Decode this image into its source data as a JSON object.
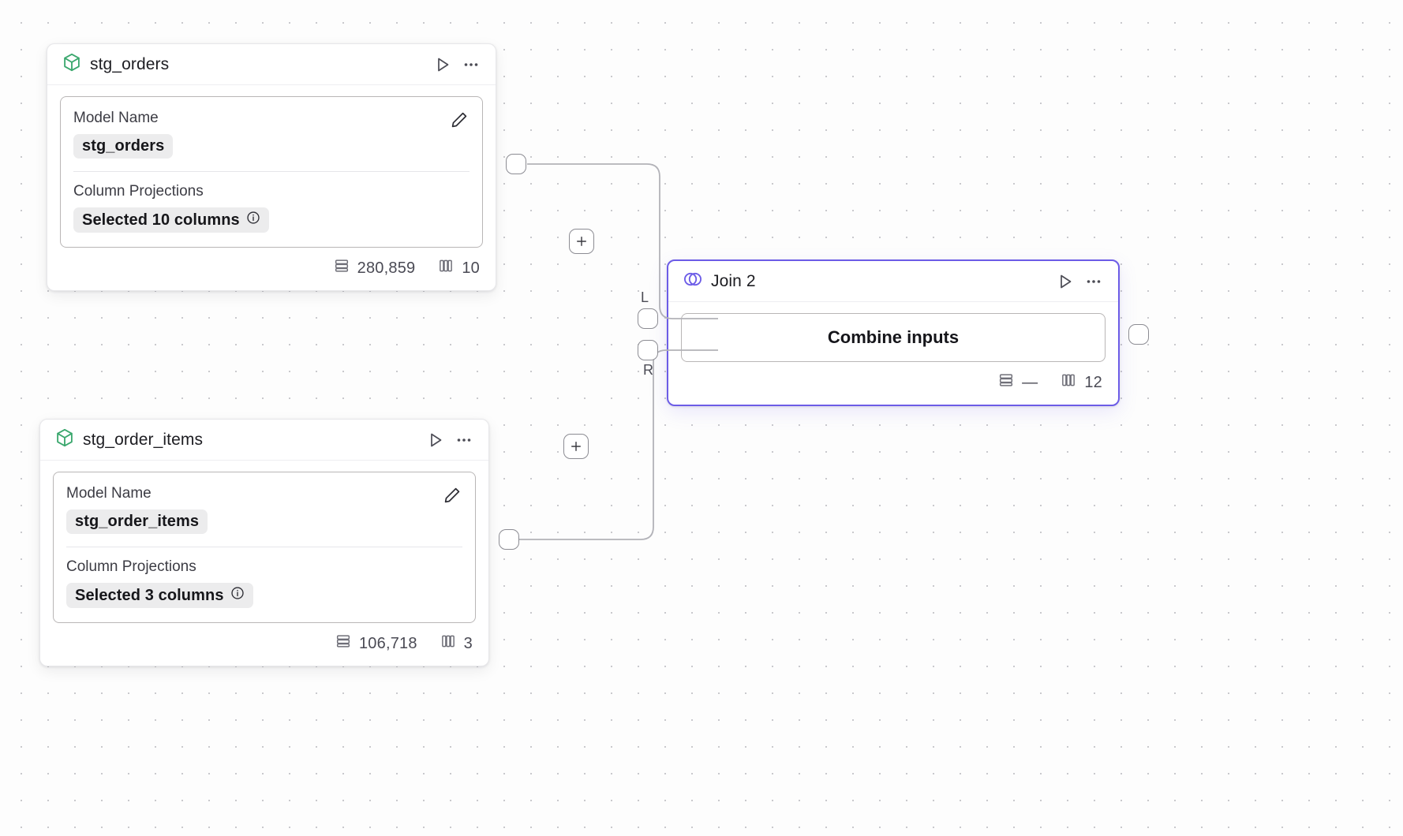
{
  "canvas": {
    "background": "#fdfdfd",
    "grid_dot_color": "#c9c9cd"
  },
  "theme": {
    "accent": "#6c5ce7",
    "model_icon_color": "#3aa76d",
    "chip_bg": "#ececed",
    "text_primary": "#1d1d22",
    "text_muted": "#5c5c66",
    "edge_color": "#b2b2b8"
  },
  "nodes": [
    {
      "id": "stg_orders",
      "type": "model",
      "title": "stg_orders",
      "icon": "cube-icon",
      "selected": false,
      "fields": {
        "model_name_label": "Model Name",
        "model_name_value": "stg_orders",
        "column_projections_label": "Column Projections",
        "column_projections_value": "Selected 10 columns"
      },
      "footer": {
        "rows_label": "280,859",
        "columns_label": "10"
      },
      "actions": {
        "run": "run-icon",
        "more": "more-icon",
        "edit": "edit-icon",
        "info": "info-icon"
      }
    },
    {
      "id": "stg_order_items",
      "type": "model",
      "title": "stg_order_items",
      "icon": "cube-icon",
      "selected": false,
      "fields": {
        "model_name_label": "Model Name",
        "model_name_value": "stg_order_items",
        "column_projections_label": "Column Projections",
        "column_projections_value": "Selected 3 columns"
      },
      "footer": {
        "rows_label": "106,718",
        "columns_label": "3"
      },
      "actions": {
        "run": "run-icon",
        "more": "more-icon",
        "edit": "edit-icon",
        "info": "info-icon"
      }
    },
    {
      "id": "join_2",
      "type": "join",
      "title": "Join 2",
      "icon": "venn-icon",
      "selected": true,
      "fields": {
        "combine_label": "Combine inputs"
      },
      "footer": {
        "rows_label": "—",
        "columns_label": "12"
      },
      "actions": {
        "run": "run-icon",
        "more": "more-icon"
      },
      "ports": {
        "left_label": "L",
        "right_label": "R"
      }
    }
  ],
  "edge_buttons": {
    "add_upper": "+",
    "add_lower": "+"
  }
}
